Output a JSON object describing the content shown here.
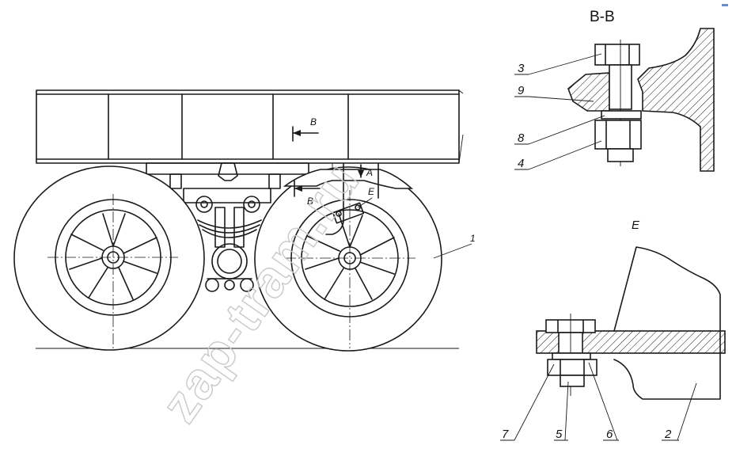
{
  "section_bb": {
    "title": "B-B"
  },
  "detail_e": {
    "title": "E"
  },
  "callouts": {
    "c1": "1",
    "c2": "2",
    "c3": "3",
    "c4": "4",
    "c5": "5",
    "c6": "6",
    "c7": "7",
    "c8": "8",
    "c9": "9"
  },
  "markers": {
    "b_upper": "B",
    "b_lower": "B",
    "a": "A",
    "e": "E"
  },
  "watermark": "zap-tram.ru",
  "colors": {
    "line": "#1a1a1a",
    "watermark": "#c9c9c9",
    "corner_mark": "#6b8ec8"
  }
}
